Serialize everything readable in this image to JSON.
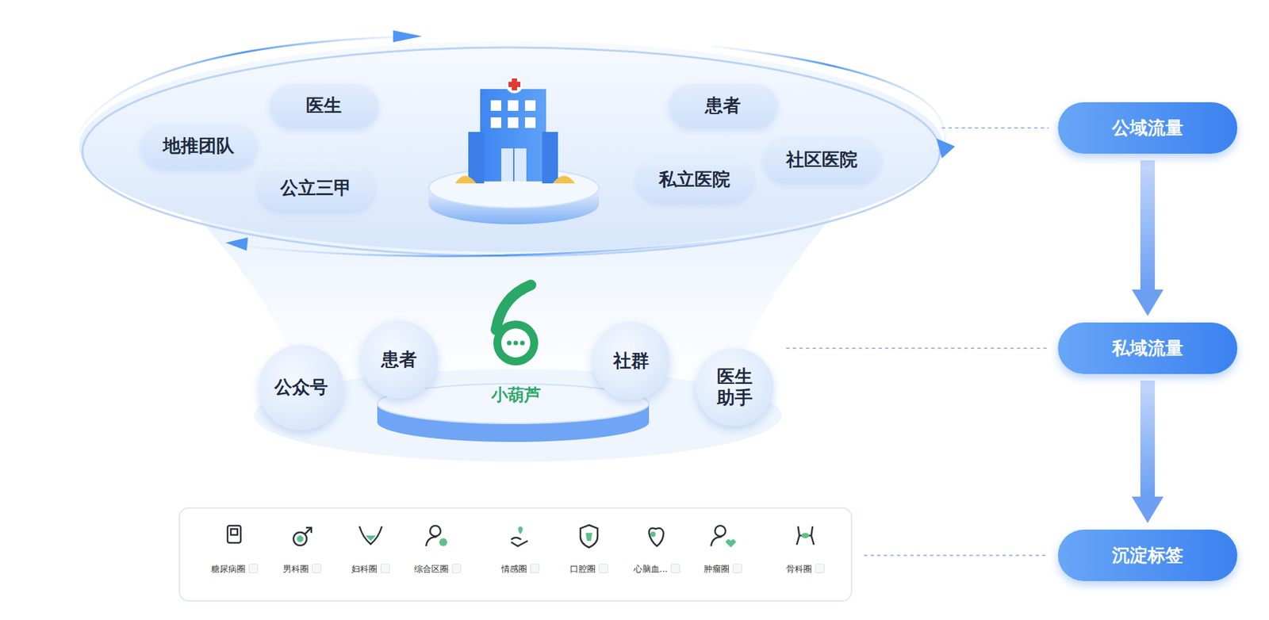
{
  "diagram": {
    "nodes": [
      {
        "text": [
          "医生"
        ]
      },
      {
        "text": [
          "地推团队"
        ]
      },
      {
        "text": [
          "公立三甲"
        ]
      },
      {
        "text": [
          "患者"
        ]
      },
      {
        "text": [
          "私立医院"
        ]
      },
      {
        "text": [
          "社区医院"
        ]
      },
      {
        "text": [
          "公域流量"
        ]
      },
      {
        "text": [
          "公众号"
        ]
      },
      {
        "text": [
          "患者"
        ]
      },
      {
        "text": [
          "社群"
        ]
      },
      {
        "text": [
          "医生助手"
        ]
      },
      {
        "text": [
          "私域流量"
        ]
      },
      {
        "text": [
          "沉淀标签"
        ]
      }
    ],
    "edges": [
      {
        "from": 6,
        "to": 11,
        "arrow": "to"
      },
      {
        "from": 11,
        "to": 12,
        "arrow": "to"
      }
    ],
    "labels": [
      "小葫芦",
      "糖尿病圈",
      "男科圈",
      "妇科圈",
      "综合区圈",
      "情感圈",
      "口腔圈",
      "心脑血...",
      "肿瘤圈",
      "骨科圈"
    ]
  }
}
